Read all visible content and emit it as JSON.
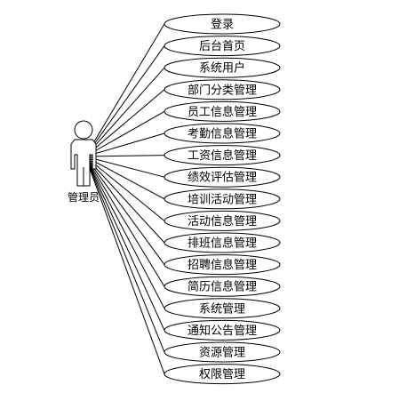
{
  "actor": {
    "label": "管理员"
  },
  "use_cases": [
    "登录",
    "后台首页",
    "系统用户",
    "部门分类管理",
    "员工信息管理",
    "考勤信息管理",
    "工资信息管理",
    "绩效评估管理",
    "培训活动管理",
    "活动信息管理",
    "排班信息管理",
    "招聘信息管理",
    "简历信息管理",
    "系统管理",
    "通知公告管理",
    "资源管理",
    "权限管理"
  ],
  "colors": {
    "stroke": "#000000",
    "fill": "#ffffff",
    "text": "#000000"
  }
}
